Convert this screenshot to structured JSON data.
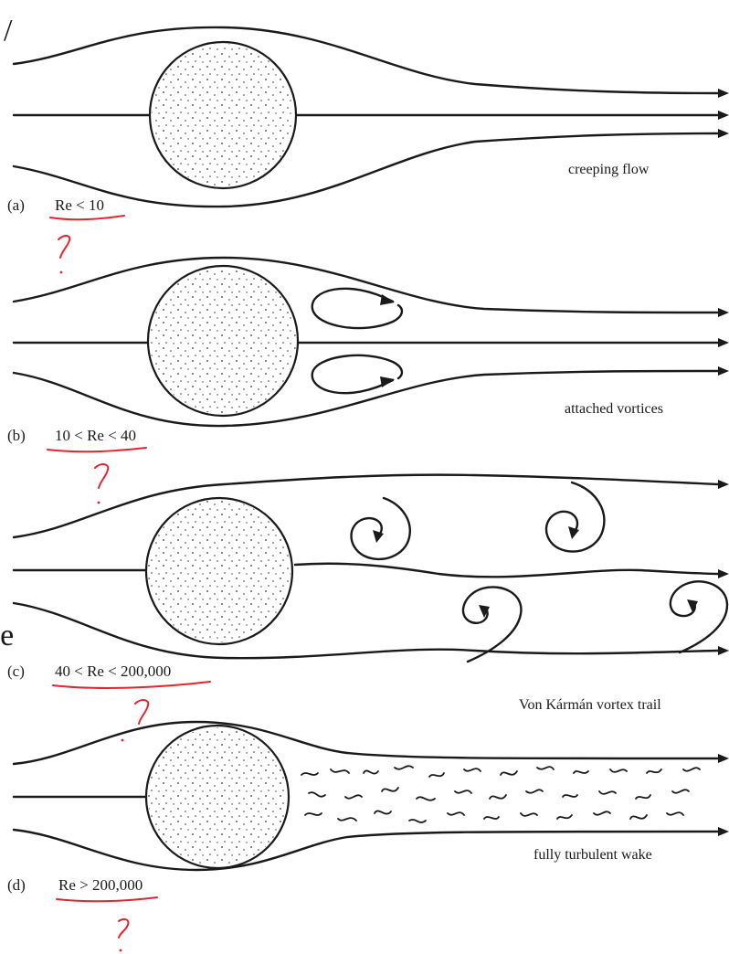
{
  "panels": [
    {
      "id": "a",
      "case_label": "(a)",
      "condition": "Re < 10",
      "description": "creeping flow"
    },
    {
      "id": "b",
      "case_label": "(b)",
      "condition": "10 < Re < 40",
      "description": "attached vortices"
    },
    {
      "id": "c",
      "case_label": "(c)",
      "condition": "40 < Re < 200,000",
      "description": "Von Kármán vortex trail"
    },
    {
      "id": "d",
      "case_label": "(d)",
      "condition": "Re > 200,000",
      "description": "fully turbulent wake"
    }
  ],
  "fragments": {
    "top_left": "/",
    "left_side": "'e"
  },
  "annotations": {
    "color": "#e8232d",
    "mark": "?"
  },
  "colors": {
    "ink": "#1a1a1a",
    "background": "#ffffff"
  }
}
